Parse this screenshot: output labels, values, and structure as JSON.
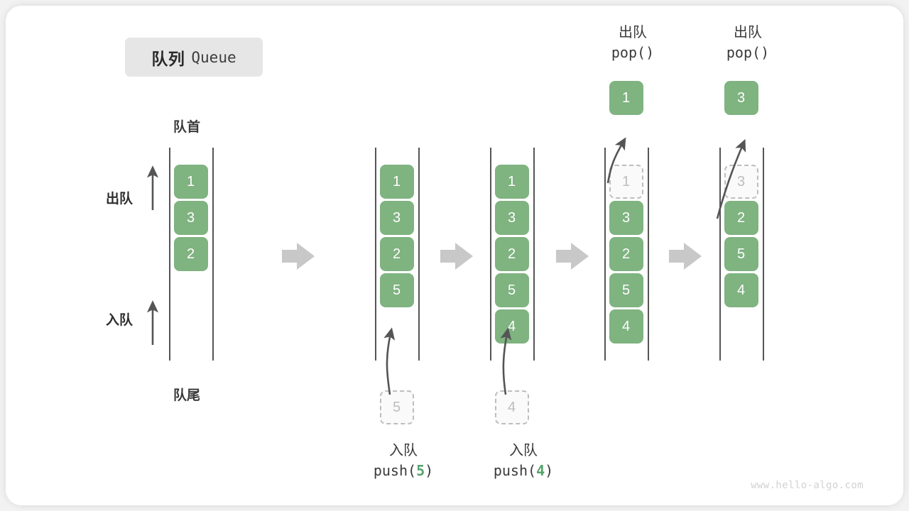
{
  "title": {
    "cn": "队列",
    "en": "Queue"
  },
  "labels": {
    "head": "队首",
    "tail": "队尾",
    "dequeue": "出队",
    "enqueue": "入队"
  },
  "watermark": "www.hello-algo.com",
  "colors": {
    "cell_fill": "#7fb380",
    "cell_text": "#ffffff",
    "ghost_border": "#bdbdbd",
    "ghost_text": "#bdbdbd",
    "rail": "#555555",
    "step_arrow": "#c8c8c8",
    "accent_number": "#56a36c",
    "card_bg": "#ffffff",
    "page_bg": "#f2f2f2",
    "badge_bg": "#e6e6e6"
  },
  "operations": [
    {
      "id": "push5",
      "cn": "入队",
      "code_prefix": "push(",
      "code_num": "5",
      "code_suffix": ")"
    },
    {
      "id": "push4",
      "cn": "入队",
      "code_prefix": "push(",
      "code_num": "4",
      "code_suffix": ")"
    },
    {
      "id": "pop1",
      "cn": "出队",
      "code_prefix": "pop(",
      "code_num": "",
      "code_suffix": ")"
    },
    {
      "id": "pop3",
      "cn": "出队",
      "code_prefix": "pop(",
      "code_num": "",
      "code_suffix": ")"
    }
  ],
  "columns": [
    {
      "id": "state-initial",
      "cells": [
        {
          "value": "1",
          "state": "filled"
        },
        {
          "value": "3",
          "state": "filled"
        },
        {
          "value": "2",
          "state": "filled"
        }
      ],
      "incoming": null,
      "outgoing": null
    },
    {
      "id": "state-after-push-5",
      "cells": [
        {
          "value": "1",
          "state": "filled"
        },
        {
          "value": "3",
          "state": "filled"
        },
        {
          "value": "2",
          "state": "filled"
        },
        {
          "value": "5",
          "state": "filled"
        }
      ],
      "incoming": {
        "value": "5",
        "state": "ghost"
      },
      "outgoing": null
    },
    {
      "id": "state-after-push-4",
      "cells": [
        {
          "value": "1",
          "state": "filled"
        },
        {
          "value": "3",
          "state": "filled"
        },
        {
          "value": "2",
          "state": "filled"
        },
        {
          "value": "5",
          "state": "filled"
        },
        {
          "value": "4",
          "state": "filled"
        }
      ],
      "incoming": {
        "value": "4",
        "state": "ghost"
      },
      "outgoing": null
    },
    {
      "id": "state-after-pop-1",
      "cells": [
        {
          "value": "1",
          "state": "ghost"
        },
        {
          "value": "3",
          "state": "filled"
        },
        {
          "value": "2",
          "state": "filled"
        },
        {
          "value": "5",
          "state": "filled"
        },
        {
          "value": "4",
          "state": "filled"
        }
      ],
      "incoming": null,
      "outgoing": {
        "value": "1",
        "state": "filled"
      }
    },
    {
      "id": "state-after-pop-3",
      "cells": [
        {
          "value": "3",
          "state": "ghost"
        },
        {
          "value": "2",
          "state": "filled"
        },
        {
          "value": "5",
          "state": "filled"
        },
        {
          "value": "4",
          "state": "filled"
        }
      ],
      "incoming": null,
      "outgoing": {
        "value": "3",
        "state": "filled"
      }
    }
  ]
}
